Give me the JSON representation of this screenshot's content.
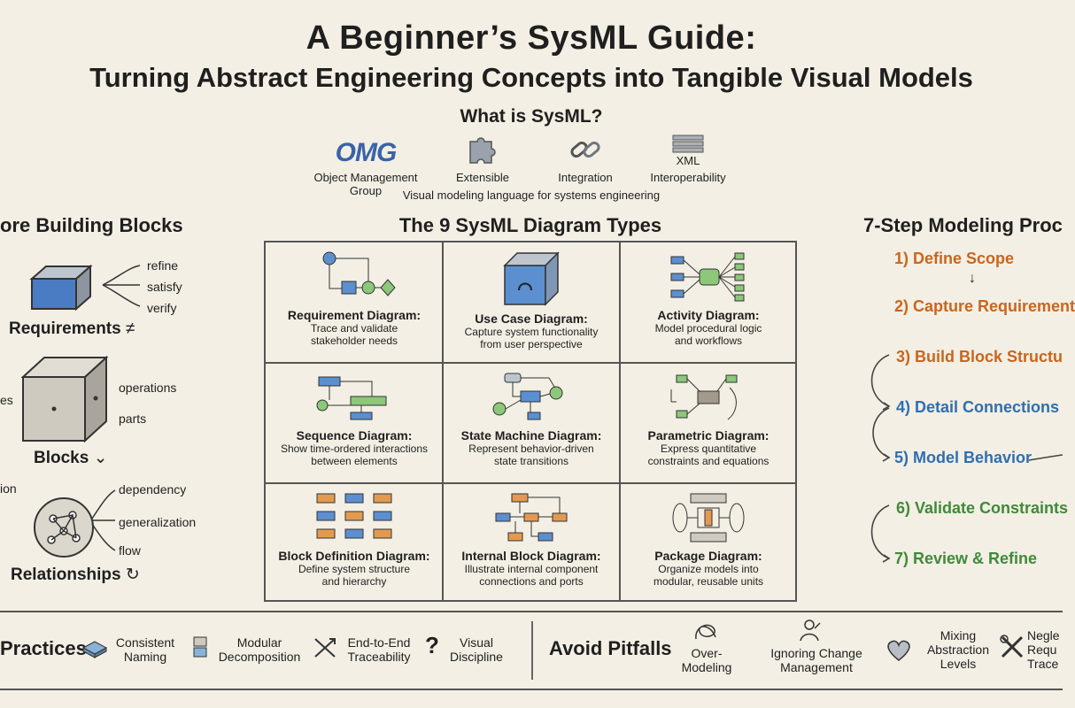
{
  "header": {
    "title_line1": "A Beginner’s SysML Guide:",
    "title_line2": "Turning Abstract Engineering Concepts into Tangible Visual Models"
  },
  "what_is": {
    "heading": "What is SysML?",
    "omg_logo": "OMG",
    "xml_text": "XML",
    "features": [
      {
        "label": "Object Management Group",
        "icon": "omg-logo"
      },
      {
        "label": "Extensible",
        "icon": "puzzle-icon"
      },
      {
        "label": "Integration",
        "icon": "chain-link-icon"
      },
      {
        "label": "Interoperability",
        "icon": "xml-stack-icon"
      }
    ],
    "description": "Visual modeling language for systems engineering"
  },
  "building_blocks": {
    "title": "ore Building Blocks",
    "requirements": {
      "label": "Requirements",
      "arrows": [
        "refine",
        "satisfy",
        "verify"
      ]
    },
    "blocks": {
      "label": "Blocks",
      "left_text": "es",
      "items": [
        "operations",
        "parts"
      ]
    },
    "relationships": {
      "label": "Relationships",
      "left_text": "ion",
      "arrows": [
        "dependency",
        "generalization",
        "flow"
      ]
    }
  },
  "diagram_types": {
    "title": "The 9 SysML Diagram Types",
    "cells": [
      {
        "name": "Requirement Diagram:",
        "desc1": "Trace and validate",
        "desc2": "stakeholder needs"
      },
      {
        "name": "Use Case Diagram:",
        "desc1": "Capture system functionality",
        "desc2": "from user perspective"
      },
      {
        "name": "Activity Diagram:",
        "desc1": "Model procedural logic",
        "desc2": "and workflows"
      },
      {
        "name": "Sequence Diagram:",
        "desc1": "Show time-ordered interactions",
        "desc2": "between elements"
      },
      {
        "name": "State Machine Diagram:",
        "desc1": "Represent behavior-driven",
        "desc2": "state transitions"
      },
      {
        "name": "Parametric Diagram:",
        "desc1": "Express quantitative",
        "desc2": "constraints and equations"
      },
      {
        "name": "Block Definition Diagram:",
        "desc1": "Define system structure",
        "desc2": "and hierarchy"
      },
      {
        "name": "Internal Block Diagram:",
        "desc1": "Illustrate internal component",
        "desc2": "connections and ports"
      },
      {
        "name": "Package Diagram:",
        "desc1": "Organize models into",
        "desc2": "modular, reusable units"
      }
    ]
  },
  "modeling_process": {
    "title": "7-Step Modeling Proc",
    "steps": [
      {
        "label": "1) Define Scope",
        "color": "#c8661e"
      },
      {
        "label": "2) Capture Requirement",
        "color": "#c8661e"
      },
      {
        "label": "3) Build Block Structu",
        "color": "#c8661e"
      },
      {
        "label": "4) Detail Connections",
        "color": "#2f6fb0"
      },
      {
        "label": "5) Model Behavior",
        "color": "#2f6fb0"
      },
      {
        "label": "6) Validate Constraints",
        "color": "#3f8a3a"
      },
      {
        "label": "7) Review & Refine",
        "color": "#3f8a3a"
      }
    ]
  },
  "footer": {
    "practices_title": "Practices",
    "practices": [
      {
        "line1": "Consistent",
        "line2": "Naming"
      },
      {
        "line1": "Modular",
        "line2": "Decomposition"
      },
      {
        "line1": "End-to-End",
        "line2": "Traceability"
      },
      {
        "line1": "Visual",
        "line2": "Discipline"
      }
    ],
    "pitfalls_title": "Avoid Pitfalls",
    "pitfalls": [
      {
        "line1": "Over-",
        "line2": "Modeling",
        "line3": ""
      },
      {
        "line1": "Ignoring Change",
        "line2": "Management",
        "line3": ""
      },
      {
        "line1": "Mixing",
        "line2": "Abstraction",
        "line3": "Levels"
      },
      {
        "line1": "Negle",
        "line2": "Requ",
        "line3": "Trace"
      }
    ]
  },
  "colors": {
    "blue": "#5b8fd0",
    "green": "#8cc77a",
    "orange": "#e39a4f",
    "ink": "#1f1f1f",
    "paper": "#f3efe4"
  }
}
